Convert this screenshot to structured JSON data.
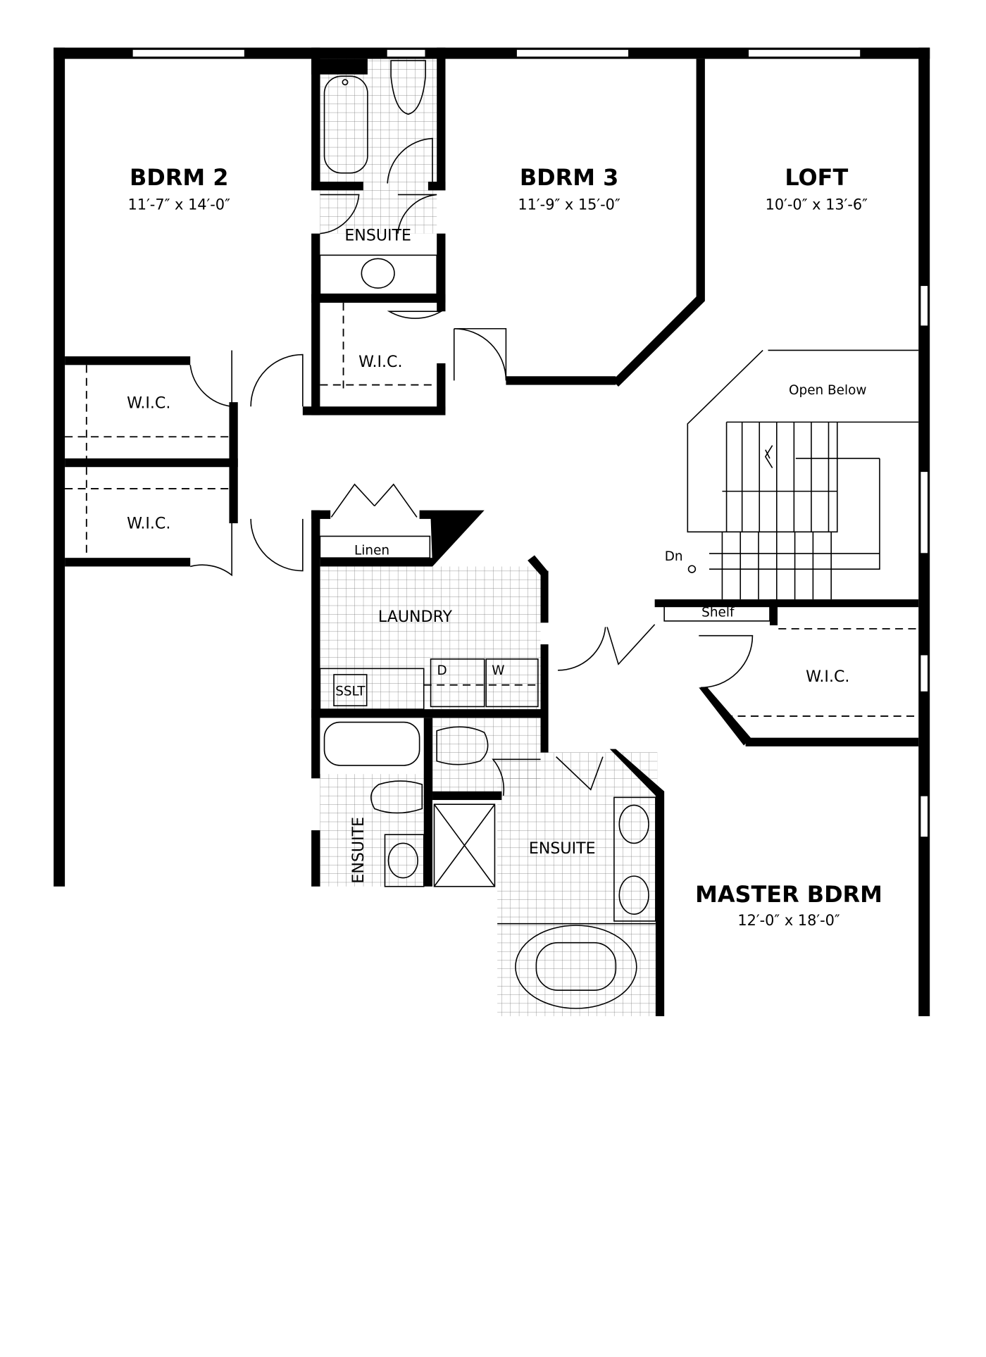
{
  "rooms": {
    "bdrm2": {
      "name": "BDRM 2",
      "size": "11′-7″ x 14′-0″"
    },
    "bdrm3": {
      "name": "BDRM 3",
      "size": "11′-9″ x 15′-0″"
    },
    "loft": {
      "name": "LOFT",
      "size": "10′-0″ x 13′-6″"
    },
    "master": {
      "name": "MASTER BDRM",
      "size": "12′-0″ x 18′-0″"
    },
    "ensuite_top": "ENSUITE",
    "ensuite_lower": "ENSUITE",
    "ensuite_master": "ENSUITE",
    "wic_top": "W.I.C.",
    "wic_left1": "W.I.C.",
    "wic_left2": "W.I.C.",
    "wic_right": "W.I.C.",
    "laundry": "LAUNDRY",
    "linen": "Linen",
    "shelf": "Shelf",
    "open_below": "Open Below",
    "dn": "Dn",
    "dryer": "D",
    "washer": "W",
    "sink": "SSLT"
  }
}
